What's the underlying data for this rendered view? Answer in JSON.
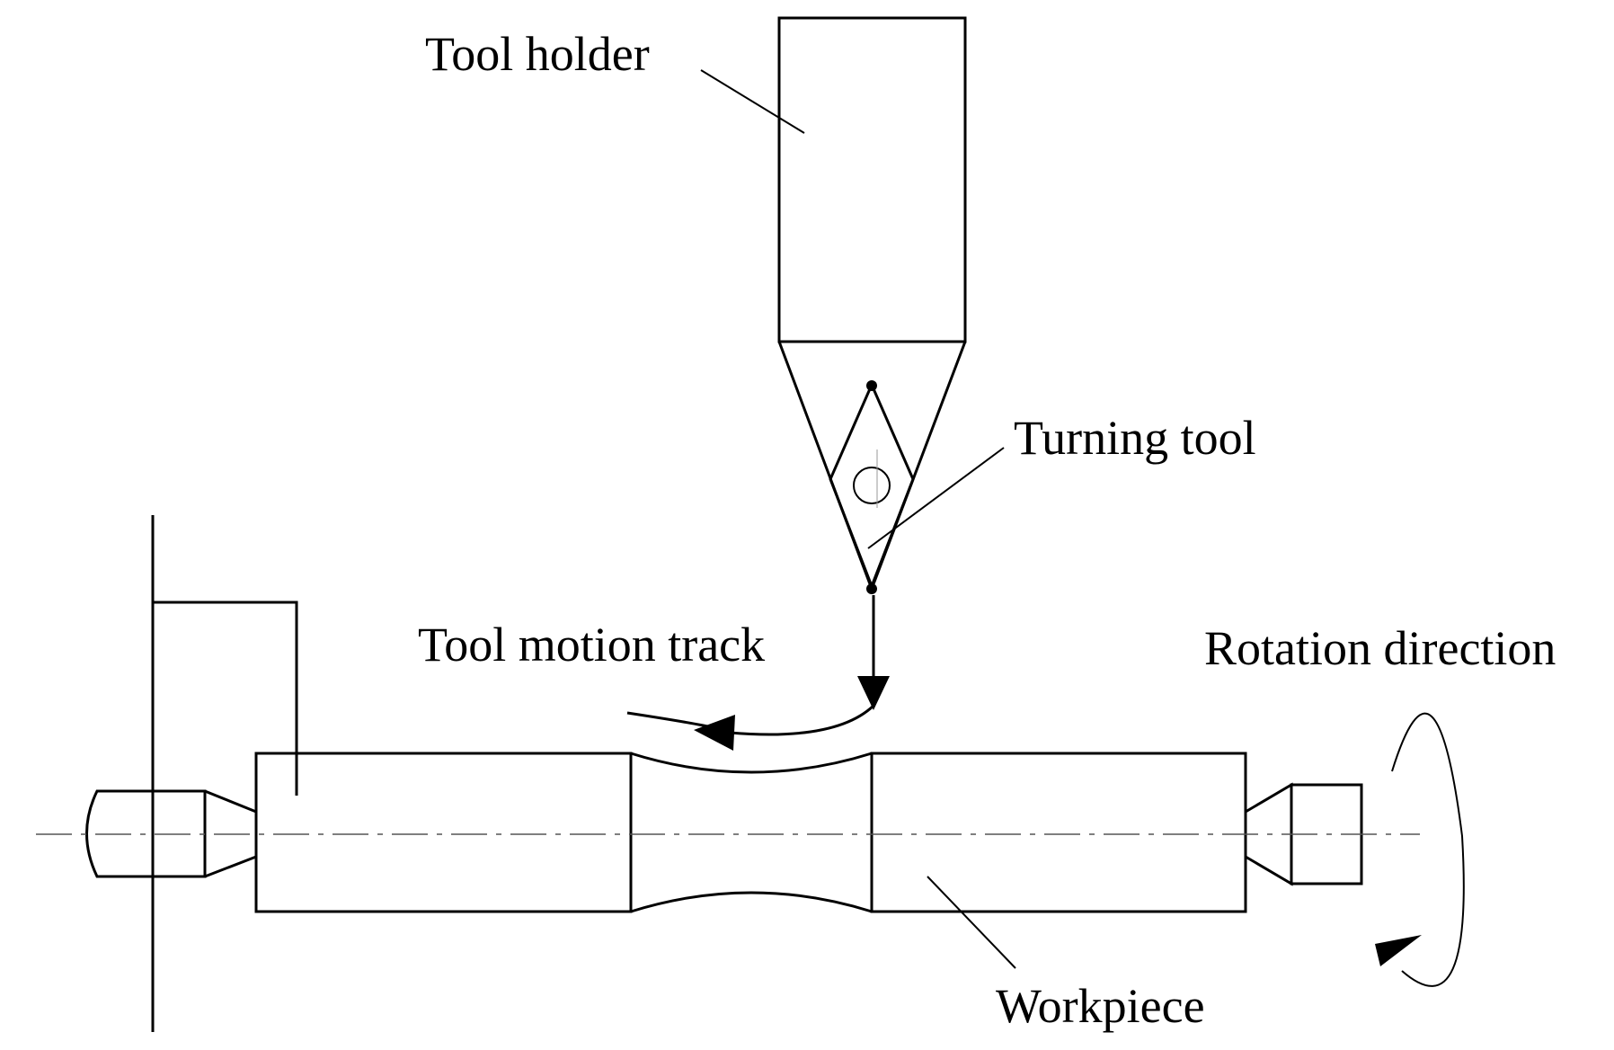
{
  "labels": {
    "tool_holder": "Tool holder",
    "turning_tool": "Turning tool",
    "tool_motion_track": "Tool motion track",
    "rotation_direction": "Rotation direction",
    "workpiece": "Workpiece"
  }
}
